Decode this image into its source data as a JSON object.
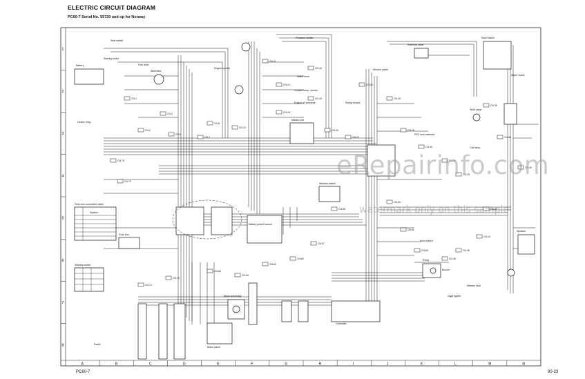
{
  "diagram": {
    "title": "ELECTRIC CIRCUIT DIAGRAM",
    "subtitle": "PC60-7 Serial No. 55720 and up for Norway",
    "footer_left": "PC60-7",
    "footer_right": "90-23",
    "watermark_main": "eRepairinfo.com",
    "watermark_sub": "watermark only on this sample",
    "grid_rows": [
      "1",
      "2",
      "3",
      "4",
      "5",
      "6",
      "7",
      "8"
    ],
    "grid_cols": [
      "A",
      "B",
      "C",
      "D",
      "E",
      "F",
      "G",
      "H",
      "I",
      "J",
      "K",
      "L",
      "M",
      "N"
    ],
    "labels": {
      "battery": "Battery",
      "fuse_box": "Fuse box",
      "fuse_table_title": "Fuse box connection table",
      "system_header": "System",
      "starting_switch": "Starting switch",
      "battery_power_source": "Battery power source",
      "motor_assembly": "Motor assembly",
      "emission_switch": "Window switch",
      "water_level": "Water level",
      "master_unit": "Master unit",
      "engine_control": "Engine control",
      "buzzer": "Buzzer",
      "horn_switch": "Horn switch",
      "work_lamp": "Work lamp",
      "relay": "Relay",
      "solenoid": "Solenoid valve",
      "swing_sensor": "Swing sensor",
      "motor_panel": "Motor panel",
      "controller": "Controller",
      "travel_alarm": "Travel alarm",
      "pressure_switch": "Pressure switch",
      "pc_solenoid": "PPC lock solenoid",
      "fuel_level": "Fuel level",
      "monitor_panel": "Monitor panel",
      "oil_pressure": "Engine oil pressure",
      "coolant_temp": "Coolant temp. sensor",
      "alternator": "Alternator",
      "starting_motor": "Starting motor",
      "heater_relay": "Heater relay",
      "seat_switch": "Seat switch",
      "cab_lamp": "Cab lamp",
      "wiper_motor": "Wiper motor",
      "washer_tank": "Washer tank",
      "speaker": "Speaker",
      "radio": "Radio",
      "cigar_lighter": "Cigar lighter"
    },
    "connectors": [
      "CN-1",
      "CN-2",
      "CN-3",
      "CN-5",
      "CN-7",
      "CN-8",
      "CN-10",
      "CN-11",
      "CN-13",
      "CN-15",
      "CN-16",
      "CN-18",
      "CN-20",
      "CN-22",
      "CN-24",
      "CN-26",
      "CN-28",
      "CN-30",
      "CN-31",
      "CN-33",
      "CN-35",
      "CN-38",
      "CN-40",
      "CN-42",
      "CN-44",
      "CN-46",
      "CN-48",
      "CN-50",
      "CN-51",
      "CN-53",
      "CN-55",
      "CN-57",
      "CN-60",
      "CN-62",
      "CN-64",
      "CN-66",
      "CN-70",
      "CN-72",
      "CN-75",
      "CN-79"
    ]
  }
}
